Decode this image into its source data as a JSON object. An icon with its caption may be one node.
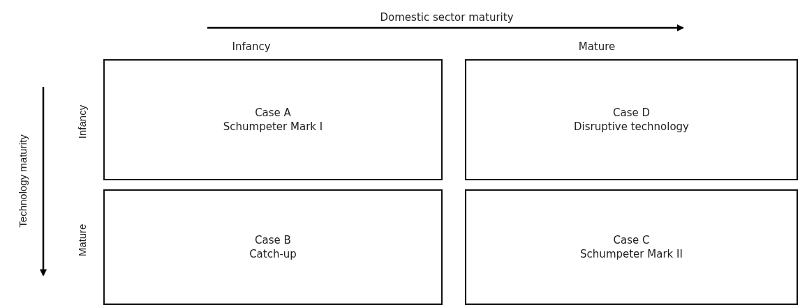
{
  "diagram": {
    "nodes": [
      {
        "text": [
          "Case A",
          "Schumpeter Mark I"
        ]
      },
      {
        "text": [
          "Case D",
          "Disruptive technology"
        ]
      },
      {
        "text": [
          "Case B",
          "Catch-up"
        ]
      },
      {
        "text": [
          "Case C",
          "Schumpeter Mark II"
        ]
      }
    ],
    "edges": [],
    "labels": [
      "Domestic sector maturity",
      "Infancy",
      "Mature",
      "Technology maturity",
      "Infancy",
      "Mature"
    ]
  }
}
